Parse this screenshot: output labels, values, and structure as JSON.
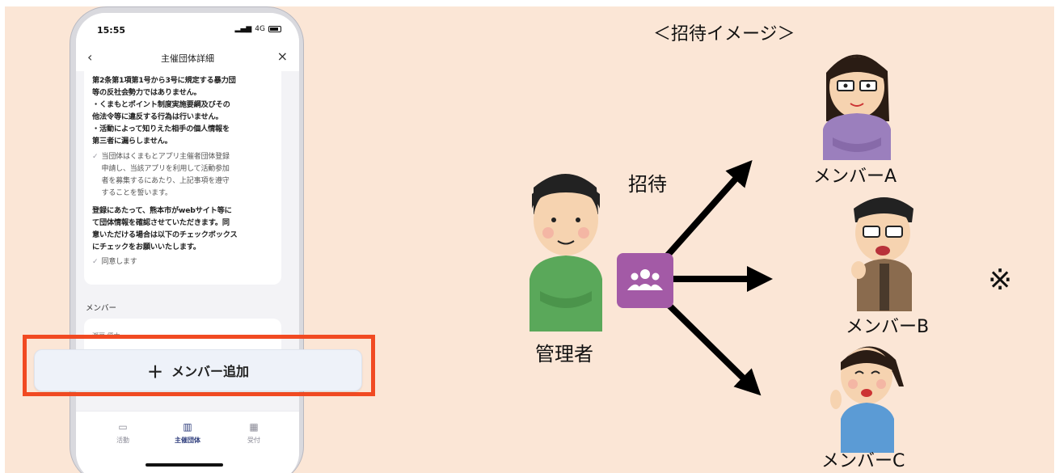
{
  "status_bar": {
    "time": "15:55",
    "network": "4G"
  },
  "nav": {
    "back": "‹",
    "title": "主催団体詳細",
    "close": "×"
  },
  "card": {
    "paragraph1": [
      "第2条第1項第1号から3号に規定する暴力団",
      "等の反社会勢力ではありません。",
      "・くまもとポイント制度実施要綱及びその",
      "他法令等に違反する行為は行いません。",
      "・活動によって知りえた相手の個人情報を",
      "第三者に漏らしません。"
    ],
    "pledge": [
      "当団体はくまもとアプリ主催者団体登録",
      "申請し、当該アプリを利用して活動参加",
      "者を募集するにあたり、上記事項を遵守",
      "することを誓います。"
    ],
    "paragraph2": [
      "登録にあたって、熊本市がwebサイト等に",
      "て団体情報を確認させていただきます。同",
      "意いただける場合は以下のチェックボックス",
      "にチェックをお願いいたします。"
    ],
    "agree": "同意します"
  },
  "members_section": {
    "label": "メンバー",
    "item": "瀬戸 優太"
  },
  "add_member_button": {
    "plus": "＋",
    "label": "メンバー追加"
  },
  "tabs": [
    {
      "label": "活動",
      "icon": "ticket-icon",
      "active": false
    },
    {
      "label": "主催団体",
      "icon": "building-icon",
      "active": true
    },
    {
      "label": "受付",
      "icon": "qr-icon",
      "active": false
    }
  ],
  "diagram": {
    "title": "＜招待イメージ＞",
    "invite": "招待",
    "admin": "管理者",
    "members": [
      "メンバーA",
      "メンバーB",
      "メンバーC"
    ],
    "note": "※"
  },
  "colors": {
    "highlight": "#f14a22",
    "group_icon": "#a35aa6",
    "background": "#fbe6d6",
    "admin_shirt": "#5aa85a"
  }
}
